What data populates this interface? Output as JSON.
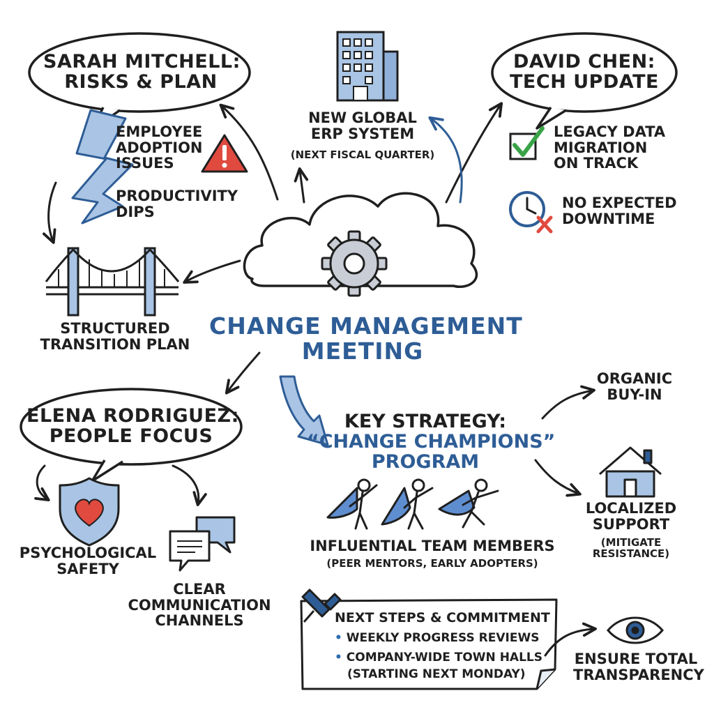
{
  "center": {
    "title_line1": "CHANGE MANAGEMENT",
    "title_line2": "MEETING",
    "icon": "gear-icon"
  },
  "sarah": {
    "bubble_line1": "SARAH MITCHELL:",
    "bubble_line2": "RISKS & PLAN",
    "risk1": [
      "EMPLOYEE",
      "ADOPTION",
      "ISSUES"
    ],
    "risk2": [
      "PRODUCTIVITY",
      "DIPS"
    ],
    "plan": [
      "STRUCTURED",
      "TRANSITION PLAN"
    ]
  },
  "erp": {
    "line1": "NEW GLOBAL",
    "line2": "ERP SYSTEM",
    "line3": "(NEXT FISCAL QUARTER)"
  },
  "david": {
    "bubble_line1": "DAVID CHEN:",
    "bubble_line2": "TECH UPDATE",
    "item1": [
      "LEGACY DATA",
      "MIGRATION",
      "ON TRACK"
    ],
    "item2": [
      "NO EXPECTED",
      "DOWNTIME"
    ]
  },
  "elena": {
    "bubble_line1": "ELENA RODRIGUEZ:",
    "bubble_line2": "PEOPLE FOCUS",
    "safety": [
      "PSYCHOLOGICAL",
      "SAFETY"
    ],
    "comm": [
      "CLEAR",
      "COMMUNICATION",
      "CHANNELS"
    ]
  },
  "strategy": {
    "line1": "KEY STRATEGY:",
    "line2": "“CHANGE CHAMPIONS”",
    "line3": "PROGRAM",
    "members": "INFLUENTIAL TEAM MEMBERS",
    "members_sub": "(PEER MENTORS, EARLY ADOPTERS)"
  },
  "organic": {
    "line1": "ORGANIC",
    "line2": "BUY-IN"
  },
  "localized": {
    "line1": "LOCALIZED",
    "line2": "SUPPORT",
    "line3": "(MITIGATE",
    "line4": "RESISTANCE)"
  },
  "next_steps": {
    "title": "NEXT STEPS & COMMITMENT",
    "item1": "WEEKLY PROGRESS REVIEWS",
    "item2": "COMPANY-WIDE TOWN HALLS",
    "item2_sub": "(STARTING NEXT MONDAY)",
    "bullet": "•"
  },
  "transparency": {
    "line1": "ENSURE TOTAL",
    "line2": "TRANSPARENCY"
  },
  "colors": {
    "ink": "#1f1f1f",
    "accent_blue": "#2e5d96",
    "light_blue": "#a9c4e4",
    "warn_red": "#e04a3f",
    "check_green": "#3aa348"
  }
}
